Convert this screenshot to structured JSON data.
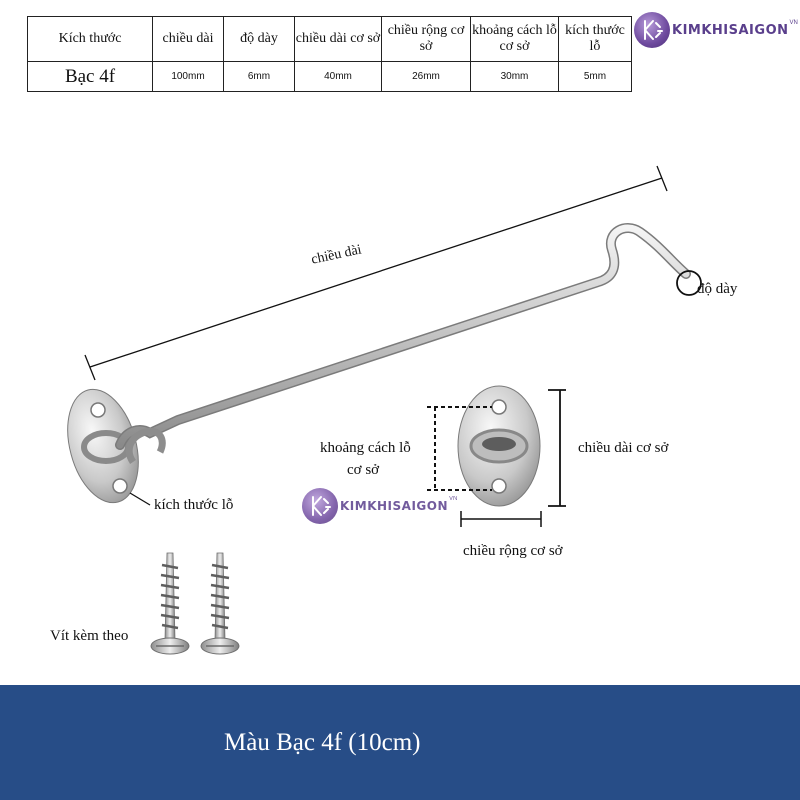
{
  "spec_table": {
    "headers": [
      "Kích thước",
      "chiều dài",
      "độ dày",
      "chiều dài cơ sở",
      "chiều rộng cơ sở",
      "khoảng cách lỗ cơ sở",
      "kích thước lỗ"
    ],
    "row": [
      "Bạc 4f",
      "100mm",
      "6mm",
      "40mm",
      "26mm",
      "30mm",
      "5mm"
    ]
  },
  "logo": {
    "text": "KIMKHISAIGON",
    "suffix": "VN",
    "color": "#5a3f8c"
  },
  "diagram_labels": {
    "length": "chiều dài",
    "thickness": "độ dày",
    "hole_size": "kích thước lỗ",
    "hole_distance_line1": "khoảng cách lỗ",
    "hole_distance_line2": "cơ sở",
    "base_length": "chiều dài cơ sở",
    "base_width": "chiều rộng cơ sở",
    "screws": "Vít kèm theo"
  },
  "footer": {
    "title": "Màu Bạc 4f (10cm)",
    "background": "#274d87"
  }
}
